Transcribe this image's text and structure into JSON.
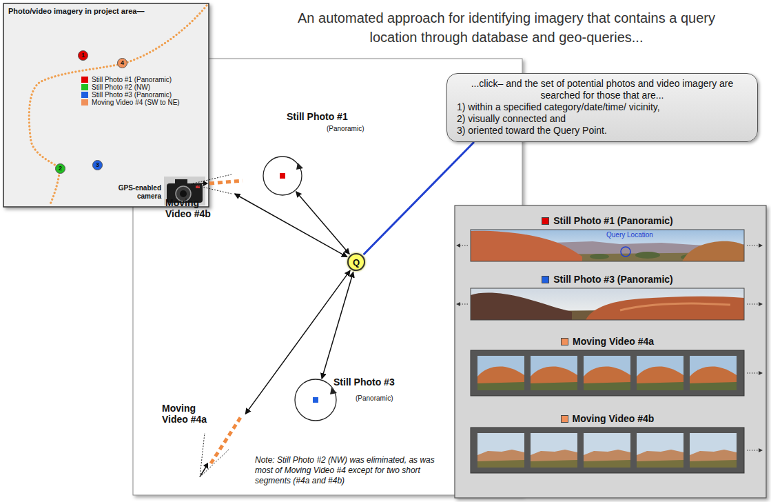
{
  "diagram": {
    "title": "An automated approach for identifying imagery that contains a query location through database and geo-queries...",
    "nodes": [
      {
        "text": [
          "Photo/video imagery in project area—"
        ]
      },
      {
        "text": [
          "1"
        ],
        "in": 0
      },
      {
        "text": [
          "4"
        ],
        "in": 0
      },
      {
        "text": [
          "2"
        ],
        "in": 0
      },
      {
        "text": [
          "3"
        ],
        "in": 0
      },
      {
        "text": [
          "...click– and the set of potential photos and video imagery are searched for those that are...",
          "1) within a specified category/date/time/ vicinity,",
          "2) visually connected and",
          "3) oriented toward the Query Point."
        ]
      },
      {
        "text": [
          "Still Photo #1",
          "(Panoramic)"
        ]
      },
      {
        "text": [
          "Moving Video #4b"
        ]
      },
      {
        "text": [
          "Q"
        ]
      },
      {
        "text": [
          "Still Photo #3",
          "(Panoramic)"
        ]
      },
      {
        "text": [
          "Moving Video #4a"
        ]
      },
      {
        "text": [
          "Still Photo #1 (Panoramic)",
          "Query Location"
        ]
      },
      {
        "text": [
          "Still Photo #3 (Panoramic)"
        ]
      },
      {
        "text": [
          "Moving Video #4a"
        ]
      },
      {
        "text": [
          "Moving Video #4b"
        ]
      }
    ],
    "edges": [
      {
        "from": 6,
        "to": 8,
        "arrow": "both"
      },
      {
        "from": 7,
        "to": 8,
        "arrow": "both"
      },
      {
        "from": 9,
        "to": 8,
        "arrow": "both"
      },
      {
        "from": 10,
        "to": 8,
        "arrow": "both"
      },
      {
        "from": 8,
        "to": 5,
        "arrow": "none"
      }
    ],
    "labels": [
      "GPS-enabled camera",
      "Note: Still Photo #2 (NW) was eliminated, as was most of Moving Video #4 except for two short segments (#4a and #4b)"
    ],
    "legend": [
      {
        "text": "Still Photo #1 (Panoramic)",
        "color": "#e00000"
      },
      {
        "text": "Still Photo #2 (NW)",
        "color": "#22c022"
      },
      {
        "text": "Still Photo #3 (Panoramic)",
        "color": "#1f5fe0"
      },
      {
        "text": "Moving Video #4 (SW to NE)",
        "color": "#f0905a"
      }
    ]
  }
}
